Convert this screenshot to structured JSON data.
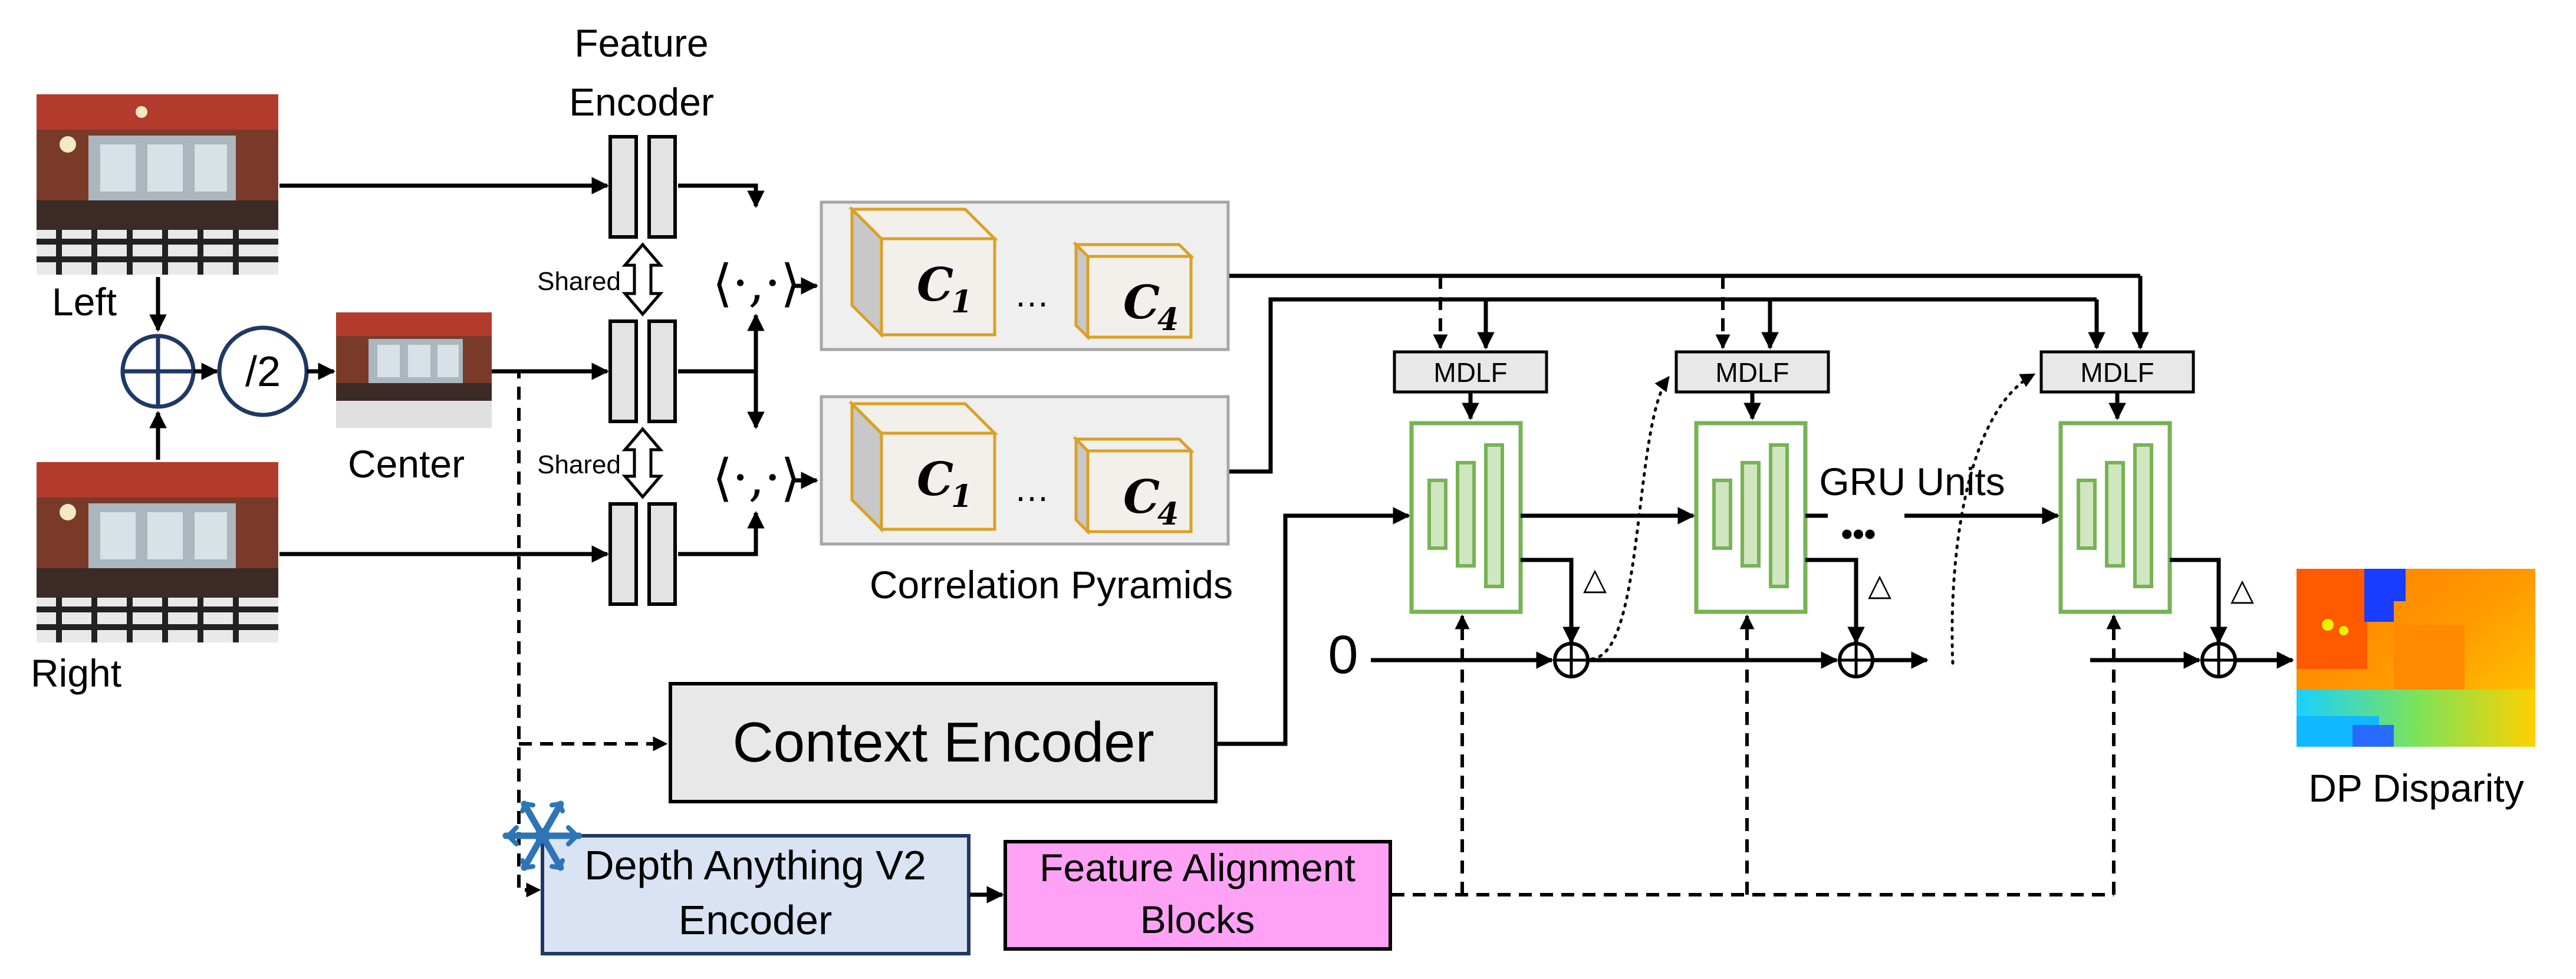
{
  "labels": {
    "feature_encoder_line1": "Feature",
    "feature_encoder_line2": "Encoder",
    "left": "Left",
    "right": "Right",
    "center": "Center",
    "shared_top": "Shared",
    "shared_bottom": "Shared",
    "div2": "/2",
    "inner_product_top": "⟨·,·⟩",
    "inner_product_bottom": "⟨·,·⟩",
    "c1_top_base": "C",
    "c1_top_sub": "1",
    "c4_top_base": "C",
    "c4_top_sub": "4",
    "c1_bot_base": "C",
    "c1_bot_sub": "1",
    "c4_bot_base": "C",
    "c4_bot_sub": "4",
    "ellipsis_top": "…",
    "ellipsis_bottom": "…",
    "correlation_pyramids": "Correlation Pyramids",
    "context_encoder": "Context Encoder",
    "depth_anything_line1": "Depth Anything V2",
    "depth_anything_line2": "Encoder",
    "feature_alignment_line1": "Feature Alignment",
    "feature_alignment_line2": "Blocks",
    "mdlf_1": "MDLF",
    "mdlf_2": "MDLF",
    "mdlf_3": "MDLF",
    "gru_units": "GRU Units",
    "gru_ellipsis": "•••",
    "zero": "0",
    "delta_1": "△",
    "delta_2": "△",
    "delta_3": "△",
    "dp_disparity": "DP Disparity"
  },
  "icons": {
    "sum": "circled-plus-icon",
    "frozen": "snowflake-icon"
  },
  "colors": {
    "gru_border": "#77b354",
    "gru_fill": "#ffffff",
    "gru_bar_fill": "#cfe6c0",
    "cube_edge": "#d9a126",
    "cube_front": "#f3efea",
    "cube_side": "#c8c8c8",
    "pyramid_panel": "#efefef",
    "mdlf_fill": "#e8e8e8",
    "context_fill": "#e8e8e8",
    "depth_anything_fill": "#dae3f3",
    "feature_alignment_fill": "#ffa2f5",
    "encoder_block_fill": "#e3e3e3",
    "circle_stroke": "#1f3864",
    "snowflake": "#2e75b6"
  }
}
